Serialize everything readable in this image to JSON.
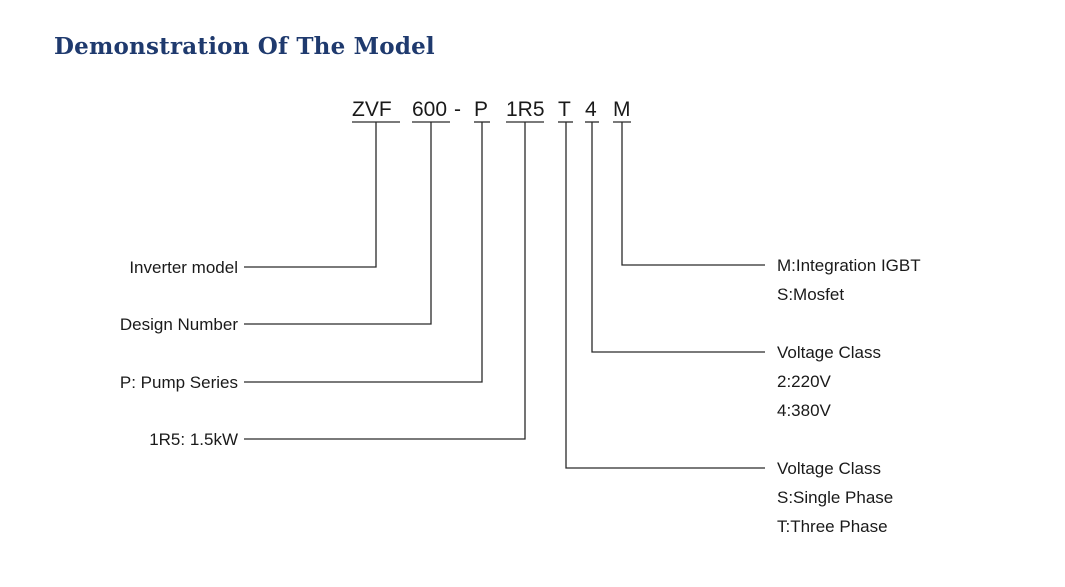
{
  "title": "Demonstration Of The Model",
  "model_code": {
    "seg_zvf": "ZVF",
    "seg_600": "600",
    "seg_dash": "-",
    "seg_p": "P",
    "seg_1r5": "1R5",
    "seg_t": "T",
    "seg_4": "4",
    "seg_m": "M"
  },
  "left_labels": {
    "inverter_model": "Inverter model",
    "design_number": "Design  Number",
    "pump_series": "P: Pump Series",
    "power": "1R5:  1.5kW"
  },
  "right_labels": {
    "m_line1": "M:Integration IGBT",
    "m_line2": "S:Mosfet",
    "v4_line1": "Voltage Class",
    "v4_line2": "2:220V",
    "v4_line3": "4:380V",
    "vt_line1": "Voltage Class",
    "vt_line2": "S:Single  Phase",
    "vt_line3": "T:Three  Phase"
  }
}
